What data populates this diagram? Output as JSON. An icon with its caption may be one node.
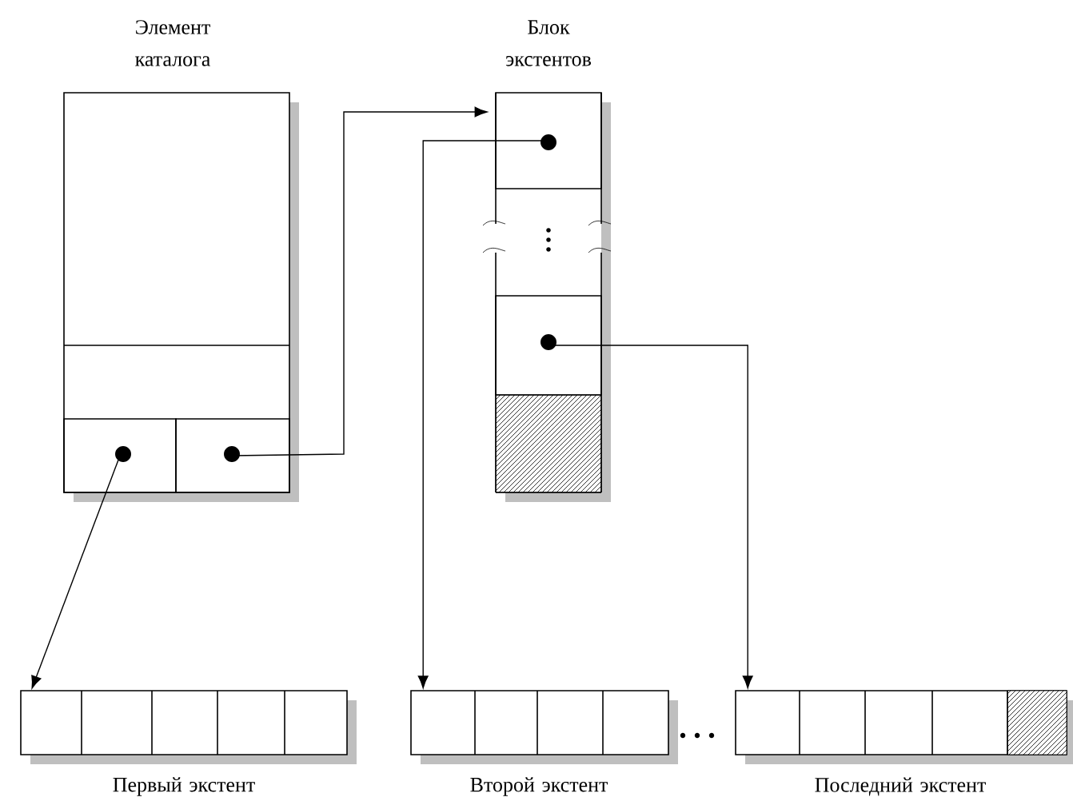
{
  "diagram": {
    "nodes": [
      {
        "text": [
          "Элемент каталога"
        ]
      },
      {
        "text": [],
        "shape": "box",
        "in": 0
      },
      {
        "text": [],
        "shape": "box",
        "in": 0
      },
      {
        "text": [
          "Блок экстентов"
        ]
      },
      {
        "text": [],
        "shape": "box",
        "in": 3
      },
      {
        "text": [],
        "shape": "box",
        "in": 3
      },
      {
        "text": [
          "Первый экстент"
        ]
      },
      {
        "text": [
          "Второй экстент"
        ]
      },
      {
        "text": [
          "Последний экстент"
        ]
      }
    ],
    "edges": [
      {
        "from": 1,
        "to": 6,
        "arrow": "to"
      },
      {
        "from": 2,
        "to": 3,
        "arrow": "to"
      },
      {
        "from": 4,
        "to": 7,
        "arrow": "to"
      },
      {
        "from": 5,
        "to": 8,
        "arrow": "to"
      }
    ]
  }
}
